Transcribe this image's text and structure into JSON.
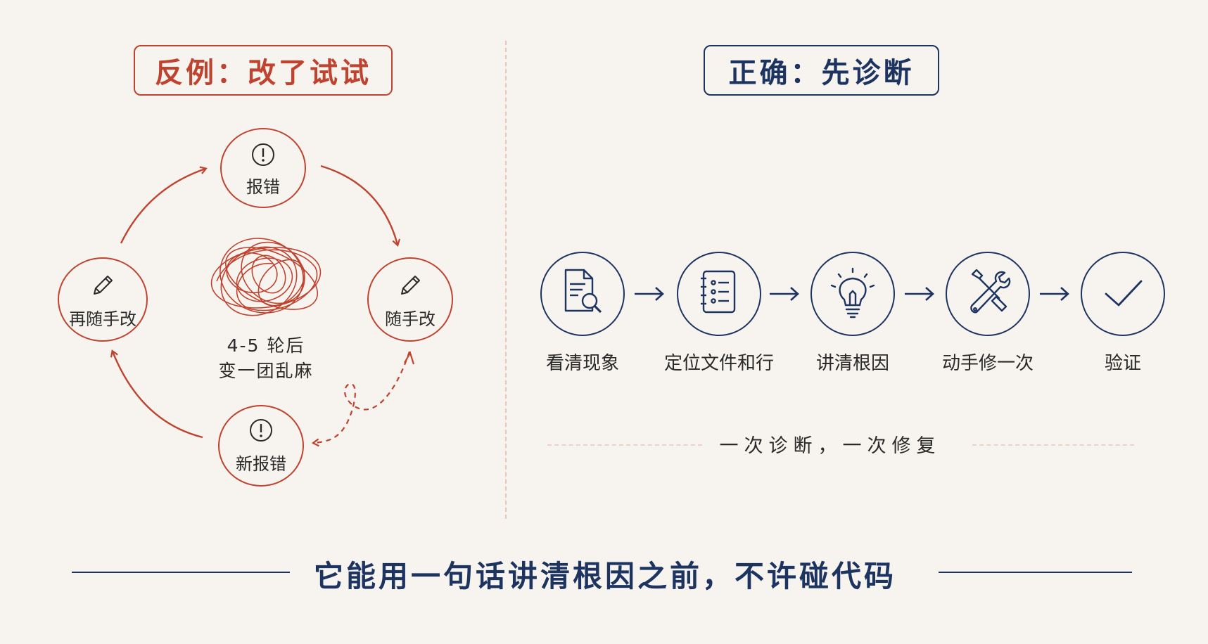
{
  "left": {
    "title": "反例：改了试试",
    "nodes": {
      "top": "报错",
      "right": "随手改",
      "bottom": "新报错",
      "left": "再随手改"
    },
    "center_text": [
      "4-5 轮后",
      "变一团乱麻"
    ]
  },
  "right": {
    "title": "正确：先诊断",
    "steps": [
      {
        "label": "看清现象",
        "icon": "document-magnifier-icon"
      },
      {
        "label": "定位文件和行",
        "icon": "notebook-list-icon"
      },
      {
        "label": "讲清根因",
        "icon": "lightbulb-icon"
      },
      {
        "label": "动手修一次",
        "icon": "wrench-screwdriver-icon"
      },
      {
        "label": "验证",
        "icon": "checkmark-icon"
      }
    ],
    "summary": "一次诊断，一次修复"
  },
  "rule": "它能用一句话讲清根因之前，不许碰代码",
  "colors": {
    "background": "#f7f4ef",
    "wrong_accent": "#c0432f",
    "right_accent": "#1d3461"
  }
}
